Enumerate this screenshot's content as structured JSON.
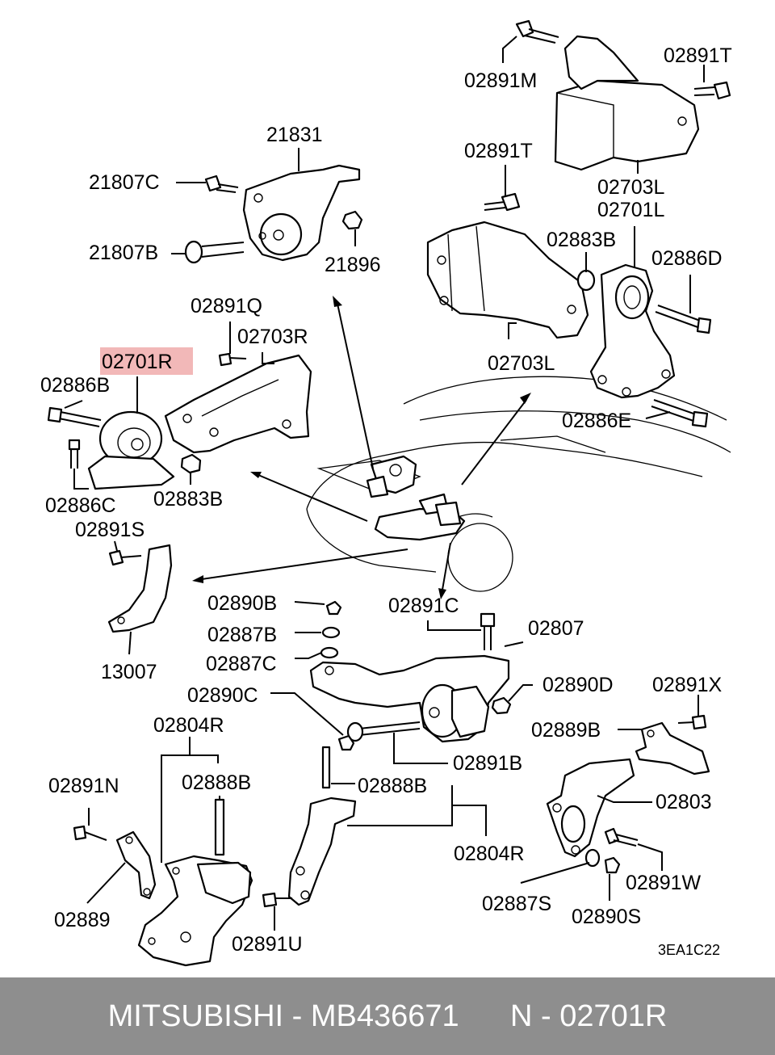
{
  "labels": {
    "l_02891M": "02891M",
    "l_02891T_top": "02891T",
    "l_02891T_mid": "02891T",
    "l_02703L_top": "02703L",
    "l_02701L": "02701L",
    "l_02883B_right": "02883B",
    "l_02886D": "02886D",
    "l_02703L_bottom": "02703L",
    "l_02886E": "02886E",
    "l_21831": "21831",
    "l_21807C": "21807C",
    "l_21807B": "21807B",
    "l_21896": "21896",
    "l_02891Q": "02891Q",
    "l_02703R": "02703R",
    "l_02701R": "02701R",
    "l_02886B": "02886B",
    "l_02886C": "02886C",
    "l_02883B_left": "02883B",
    "l_02891S": "02891S",
    "l_13007": "13007",
    "l_02890B": "02890B",
    "l_02887B": "02887B",
    "l_02887C": "02887C",
    "l_02890C": "02890C",
    "l_02891C": "02891C",
    "l_02807": "02807",
    "l_02890D": "02890D",
    "l_02891X": "02891X",
    "l_02889B": "02889B",
    "l_02891B": "02891B",
    "l_02804R_top": "02804R",
    "l_02888B_left": "02888B",
    "l_02888B_mid": "02888B",
    "l_02891N": "02891N",
    "l_02803": "02803",
    "l_02804R_bottom": "02804R",
    "l_02889": "02889",
    "l_02891U": "02891U",
    "l_02887S": "02887S",
    "l_02891W": "02891W",
    "l_02890S": "02890S",
    "diagram_code": "3EA1C22"
  },
  "highlight_color": "#f2b8b8",
  "footer": {
    "text": "MITSUBISHI - MB436671      N - 02701R",
    "background": "#8e8e8e"
  }
}
